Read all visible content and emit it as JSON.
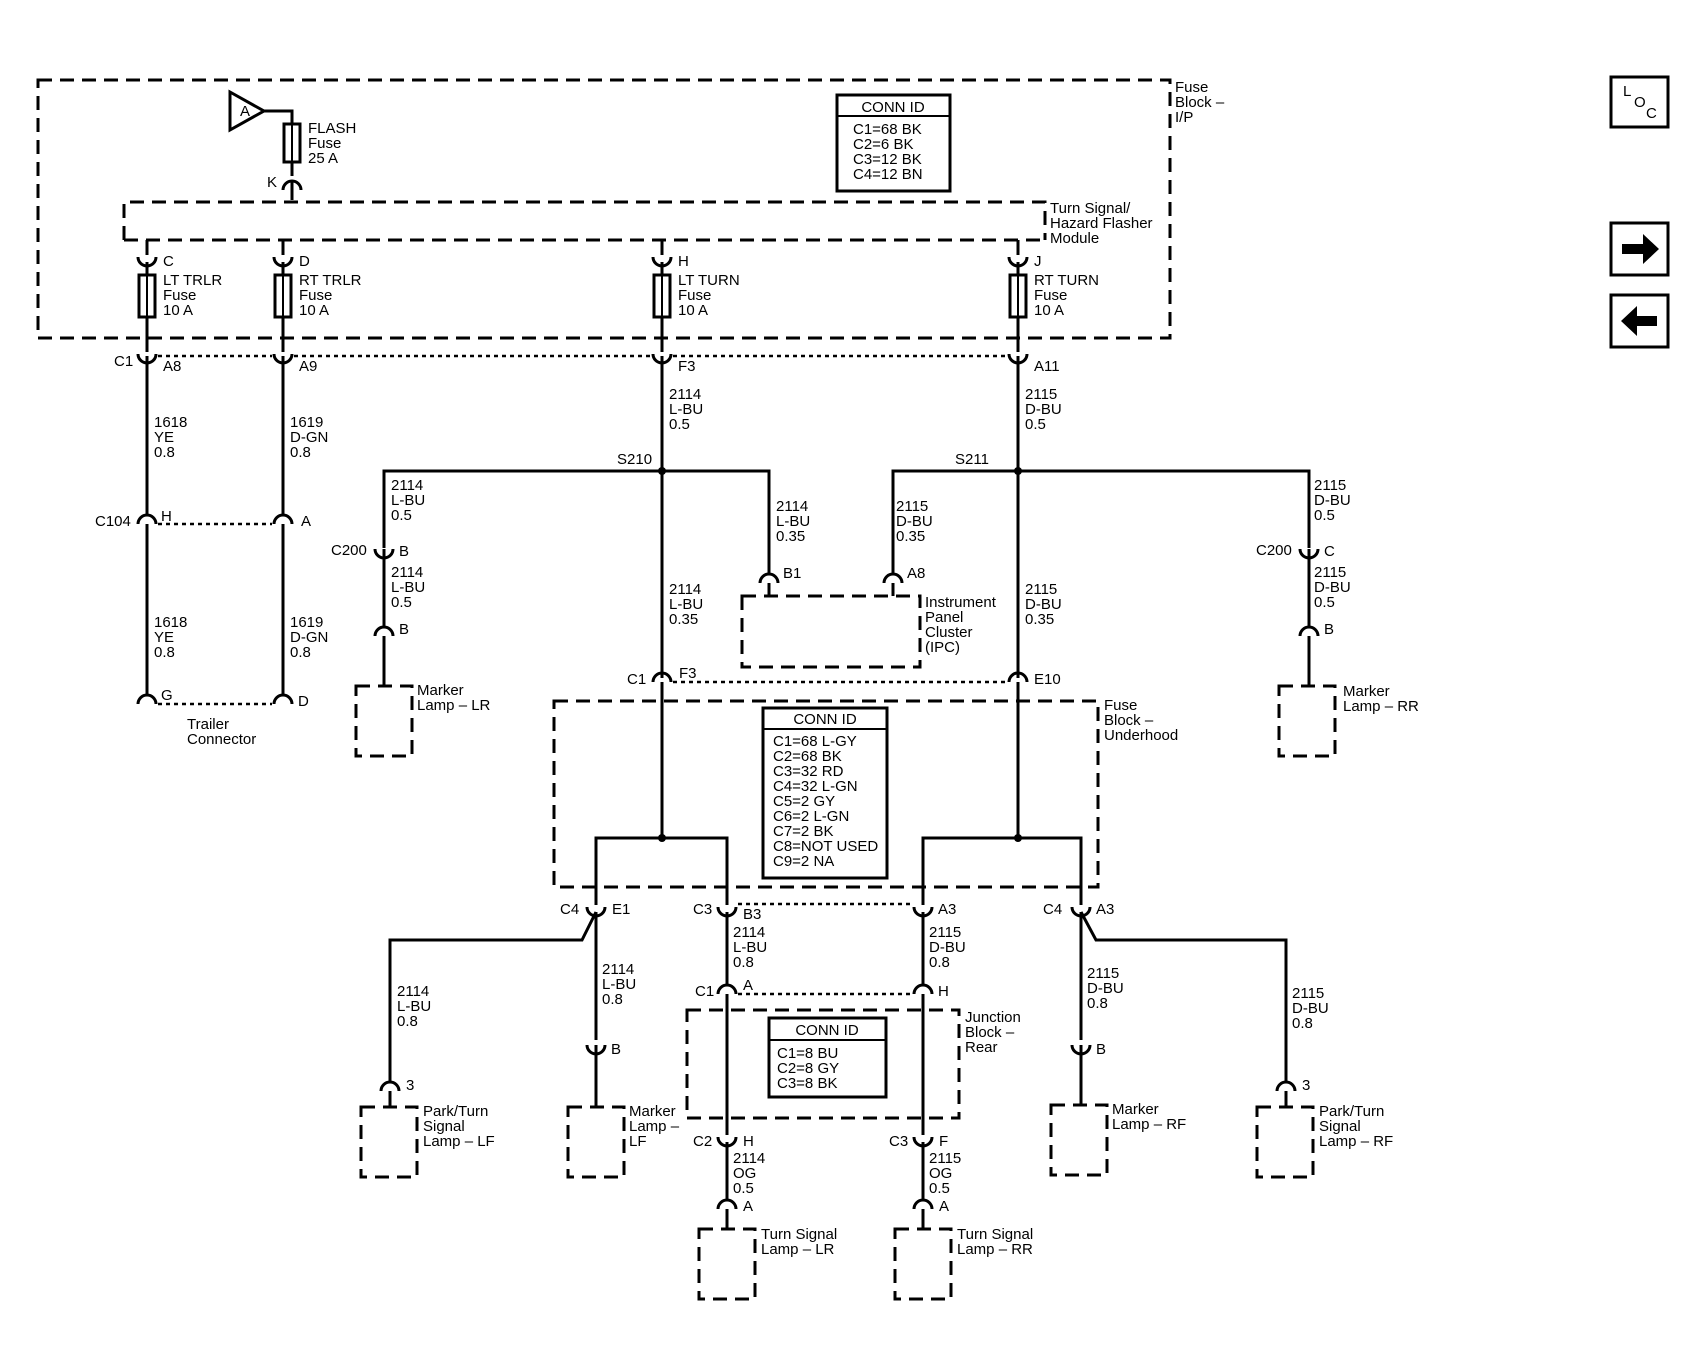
{
  "fuse_block_ip": {
    "title": [
      "Fuse",
      "Block –",
      "I/P"
    ]
  },
  "conn_ip": {
    "title": "CONN ID",
    "rows": [
      "C1=68 BK",
      "C2=6 BK",
      "C3=12 BK",
      "C4=12 BN"
    ]
  },
  "flasher": {
    "ref": "A",
    "pin": "K",
    "fuse_lines": [
      "FLASH",
      "Fuse",
      "25 A"
    ],
    "module": [
      "Turn Signal/",
      "Hazard Flasher",
      "Module"
    ]
  },
  "fuses": [
    {
      "pin": "C",
      "lines": [
        "LT TRLR",
        "Fuse",
        "10 A"
      ],
      "out": "A8"
    },
    {
      "pin": "D",
      "lines": [
        "RT TRLR",
        "Fuse",
        "10 A"
      ],
      "out": "A9"
    },
    {
      "pin": "H",
      "lines": [
        "LT TURN",
        "Fuse",
        "10 A"
      ],
      "out": "F3"
    },
    {
      "pin": "J",
      "lines": [
        "RT TURN",
        "Fuse",
        "10 A"
      ],
      "out": "A11"
    }
  ],
  "c1_label": "C1",
  "wires": {
    "w1618a": [
      "1618",
      "YE",
      "0.8"
    ],
    "w1619a": [
      "1619",
      "D-GN",
      "0.8"
    ],
    "w1618b": [
      "1618",
      "YE",
      "0.8"
    ],
    "w1619b": [
      "1619",
      "D-GN",
      "0.8"
    ],
    "w2114_top": [
      "2114",
      "L-BU",
      "0.5"
    ],
    "w2115_top": [
      "2115",
      "D-BU",
      "0.5"
    ],
    "w2114_lr1": [
      "2114",
      "L-BU",
      "0.5"
    ],
    "w2114_lr2": [
      "2114",
      "L-BU",
      "0.5"
    ],
    "w2114_ipc": [
      "2114",
      "L-BU",
      "0.35"
    ],
    "w2115_ipc": [
      "2115",
      "D-BU",
      "0.35"
    ],
    "w2114_mid": [
      "2114",
      "L-BU",
      "0.35"
    ],
    "w2115_mid": [
      "2115",
      "D-BU",
      "0.35"
    ],
    "w2115_rr1": [
      "2115",
      "D-BU",
      "0.5"
    ],
    "w2115_rr2": [
      "2115",
      "D-BU",
      "0.5"
    ],
    "w2114_plf": [
      "2114",
      "L-BU",
      "0.8"
    ],
    "w2114_mlf": [
      "2114",
      "L-BU",
      "0.8"
    ],
    "w2114_b3": [
      "2114",
      "L-BU",
      "0.8"
    ],
    "w2115_a3": [
      "2115",
      "D-BU",
      "0.8"
    ],
    "w2115_mrf": [
      "2115",
      "D-BU",
      "0.8"
    ],
    "w2115_prf": [
      "2115",
      "D-BU",
      "0.8"
    ],
    "w2114_og": [
      "2114",
      "OG",
      "0.5"
    ],
    "w2115_og": [
      "2115",
      "OG",
      "0.5"
    ]
  },
  "splices": {
    "s210": "S210",
    "s211": "S211"
  },
  "c104": {
    "label": "C104",
    "pin_left": "H",
    "pin_right": "A"
  },
  "trailer": {
    "pin_left": "G",
    "pin_right": "D",
    "name": [
      "Trailer",
      "Connector"
    ]
  },
  "c200_lr": {
    "label": "C200",
    "pin": "B",
    "lamp_pin": "B"
  },
  "c200_rr": {
    "label": "C200",
    "pin": "C",
    "lamp_pin": "B"
  },
  "marker_lr": [
    "Marker",
    "Lamp – LR"
  ],
  "marker_rr": [
    "Marker",
    "Lamp – RR"
  ],
  "ipc": {
    "pin_b1": "B1",
    "pin_a8": "A8",
    "name": [
      "Instrument",
      "Panel",
      "Cluster",
      "(IPC)"
    ]
  },
  "underhood": {
    "c1": "C1",
    "f3": "F3",
    "e10": "E10",
    "title": [
      "Fuse",
      "Block –",
      "Underhood"
    ]
  },
  "conn_uh": {
    "title": "CONN ID",
    "rows": [
      "C1=68 L-GY",
      "C2=68 BK",
      "C3=32 RD",
      "C4=32 L-GN",
      "C5=2 GY",
      "C6=2 L-GN",
      "C7=2 BK",
      "C8=NOT USED",
      "C9=2 NA"
    ]
  },
  "uh_out": {
    "c4a": "C4",
    "e1": "E1",
    "c3": "C3",
    "b3": "B3",
    "a3a": "A3",
    "c4b": "C4",
    "a3b": "A3"
  },
  "jb_rear": {
    "c1": "C1",
    "pin_a": "A",
    "pin_h": "H",
    "title": [
      "Junction",
      "Block –",
      "Rear"
    ],
    "c2": "C2",
    "c2_pin": "H",
    "c3": "C3",
    "c3_pin": "F"
  },
  "conn_jb": {
    "title": "CONN ID",
    "rows": [
      "C1=8 BU",
      "C2=8 GY",
      "C3=8 BK"
    ]
  },
  "park_lf": {
    "pin": "3",
    "name": [
      "Park/Turn",
      "Signal",
      "Lamp – LF"
    ]
  },
  "marker_lf": {
    "pin": "B",
    "name": [
      "Marker",
      "Lamp –",
      "LF"
    ]
  },
  "marker_rf": {
    "pin": "B",
    "name": [
      "Marker",
      "Lamp – RF"
    ]
  },
  "park_rf": {
    "pin": "3",
    "name": [
      "Park/Turn",
      "Signal",
      "Lamp – RF"
    ]
  },
  "turn_lr": {
    "pin": "A",
    "name": [
      "Turn Signal",
      "Lamp – LR"
    ]
  },
  "turn_rr": {
    "pin": "A",
    "name": [
      "Turn Signal",
      "Lamp – RR"
    ]
  },
  "nav": {
    "loc_letters": [
      "L",
      "O",
      "C"
    ],
    "next": "right-arrow-icon",
    "prev": "left-arrow-icon"
  }
}
